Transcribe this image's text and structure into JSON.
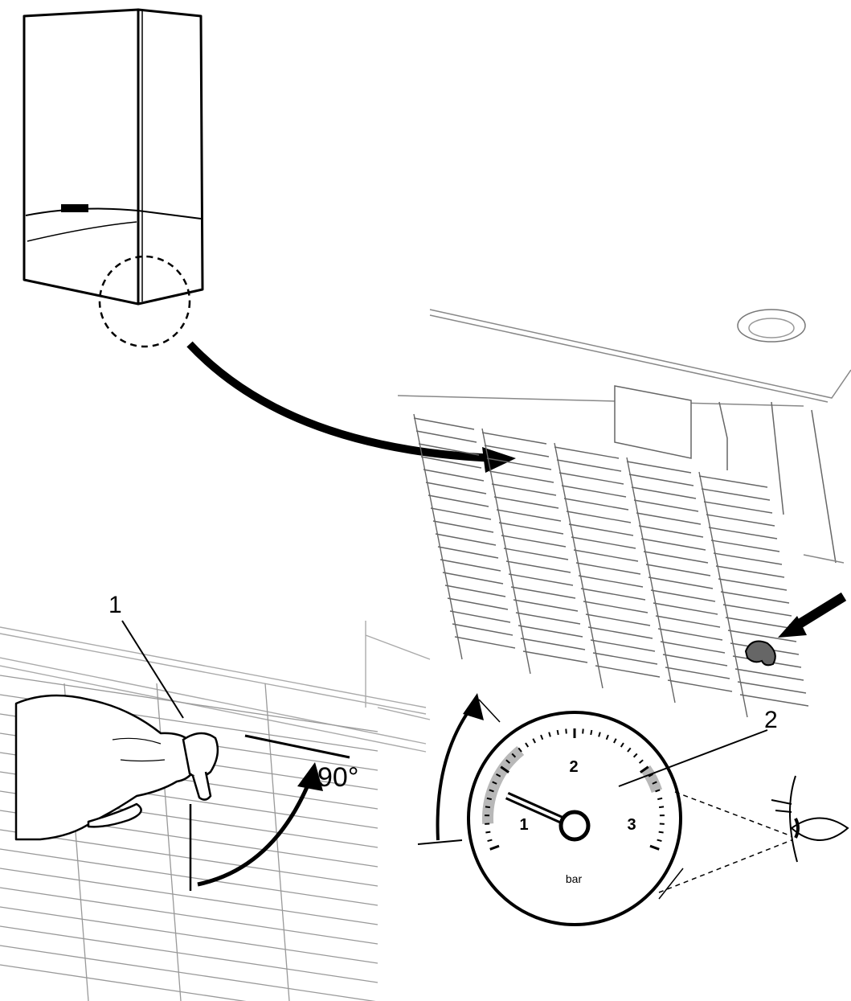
{
  "callouts": {
    "one": "1",
    "two": "2"
  },
  "rotation_label": "90°",
  "gauge": {
    "tick_labels": [
      "1",
      "2",
      "3"
    ],
    "unit": "bar",
    "needle_value": 0.8,
    "scale_min": 0,
    "scale_max": 4,
    "shaded_ranges": [
      [
        0.3,
        1.3
      ],
      [
        3.0,
        3.3
      ]
    ]
  },
  "colors": {
    "ink": "#000000",
    "paper": "#ffffff",
    "shade": "#b8b8b8"
  }
}
